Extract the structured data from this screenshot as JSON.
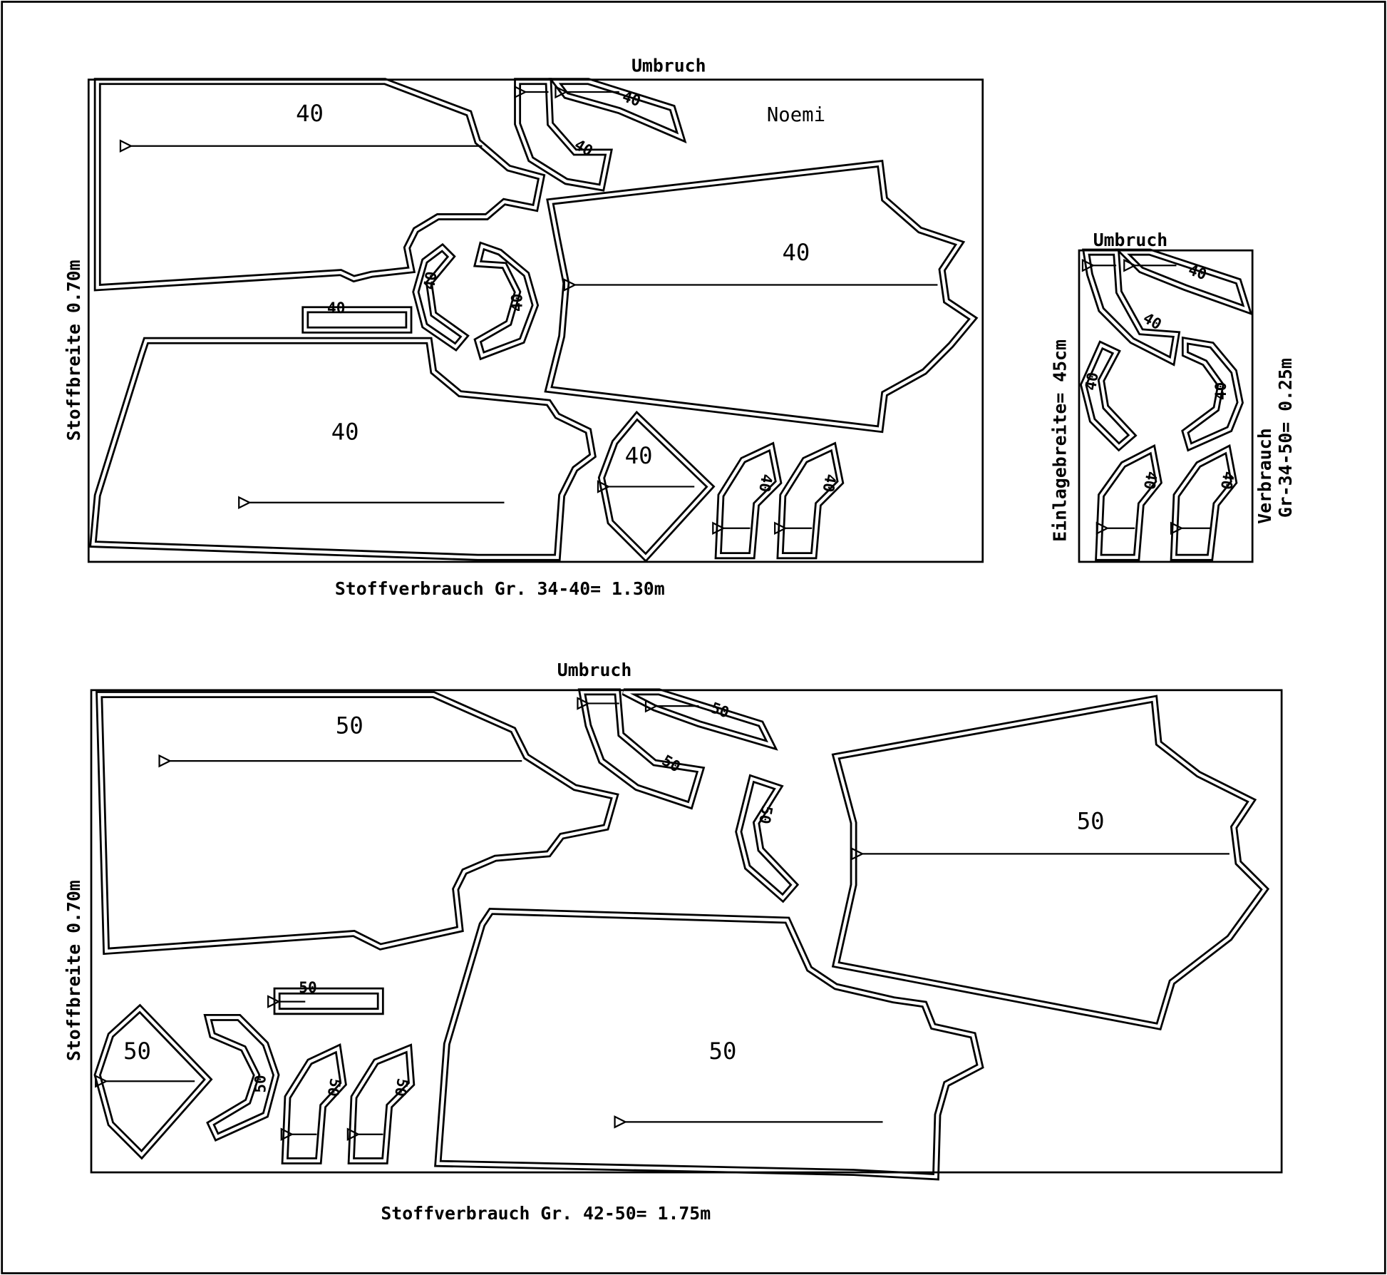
{
  "layout_top": {
    "fold_label": "Umbruch",
    "model_name": "Noemi",
    "fabric_width": "Stoffbreite 0.70m",
    "consumption": "Stoffverbrauch Gr. 34-40= 1.30m",
    "piece_labels": [
      "40",
      "40",
      "40",
      "40",
      "40",
      "40",
      "40",
      "40",
      "40",
      "40",
      "40",
      "40"
    ]
  },
  "layout_interfacing": {
    "fold_label": "Umbruch",
    "interfacing_width": "Einlagebreite= 45cm",
    "consumption_line1": "Verbrauch",
    "consumption_line2": "Gr-34-50= 0.25m",
    "piece_labels": [
      "40",
      "40",
      "40",
      "40",
      "40",
      "40"
    ]
  },
  "layout_bottom": {
    "fold_label": "Umbruch",
    "fabric_width": "Stoffbreite 0.70m",
    "consumption": "Stoffverbrauch Gr. 42-50= 1.75m",
    "piece_labels": [
      "50",
      "50",
      "50",
      "50",
      "50",
      "50",
      "50",
      "50",
      "50",
      "50",
      "50",
      "50"
    ]
  }
}
